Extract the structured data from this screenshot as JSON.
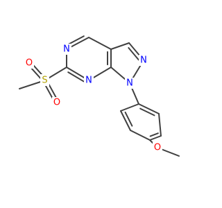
{
  "colors": {
    "bond": "#404040",
    "nitrogen": "#0000ff",
    "oxygen": "#ff0000",
    "sulfur": "#b2a100",
    "background": "#ffffff"
  },
  "atoms": {
    "n_pyrimidine_top": "N",
    "n_pyrimidine_bottom": "N",
    "n_pyrazole_2": "N",
    "n_pyrazole_1": "N",
    "s_sulfonyl": "S",
    "o_sulfonyl_top": "O",
    "o_sulfonyl_bottom": "O",
    "o_methoxy": "O"
  }
}
